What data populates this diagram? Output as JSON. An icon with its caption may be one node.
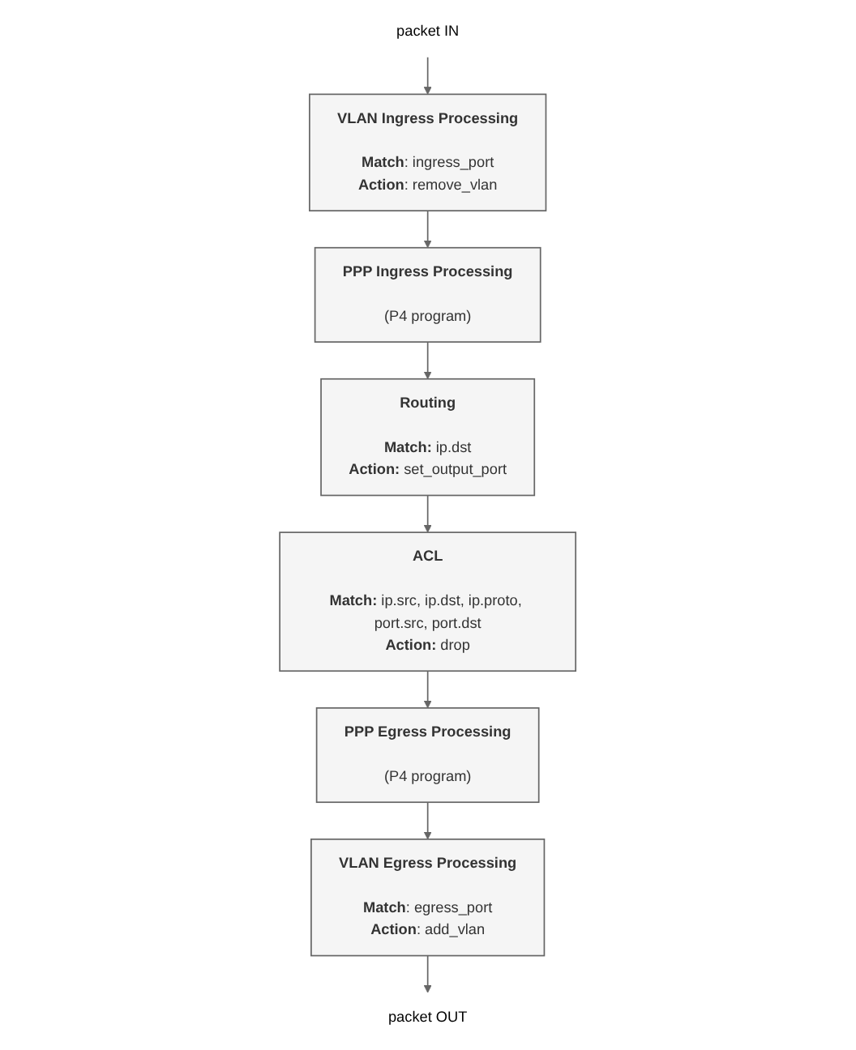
{
  "diagram": {
    "nodes": [
      {
        "text": [
          "packet IN"
        ]
      },
      {
        "text": [
          "packet OUT"
        ]
      },
      {
        "text": [
          "VLAN Ingress Processing",
          "**Match**: ingress_port",
          "**Action**: remove_vlan"
        ]
      },
      {
        "text": [
          "VLAN Egress Processing",
          "**Match**: egress_port",
          "**Action**: add_vlan"
        ]
      },
      {
        "text": [
          "PPP Ingress Processing",
          "(P4 program)"
        ]
      },
      {
        "text": [
          "PPP Egress Processing",
          "(P4 program)"
        ]
      },
      {
        "text": [
          "Routing",
          "**Match:** ip.dst",
          "**Action:** set_output_port"
        ]
      },
      {
        "text": [
          "ACL",
          "**Match:** ip.src, ip.dst, ip.proto, port.src, port.dst",
          "**Action:** drop"
        ]
      }
    ],
    "edges": [
      {
        "from": 0,
        "to": 2,
        "arrow": "to"
      },
      {
        "from": 2,
        "to": 4,
        "arrow": "to"
      },
      {
        "from": 4,
        "to": 6,
        "arrow": "to"
      },
      {
        "from": 6,
        "to": 7,
        "arrow": "to"
      },
      {
        "from": 7,
        "to": 5,
        "arrow": "to"
      },
      {
        "from": 5,
        "to": 3,
        "arrow": "to"
      },
      {
        "from": 3,
        "to": 1,
        "arrow": "to"
      }
    ]
  }
}
